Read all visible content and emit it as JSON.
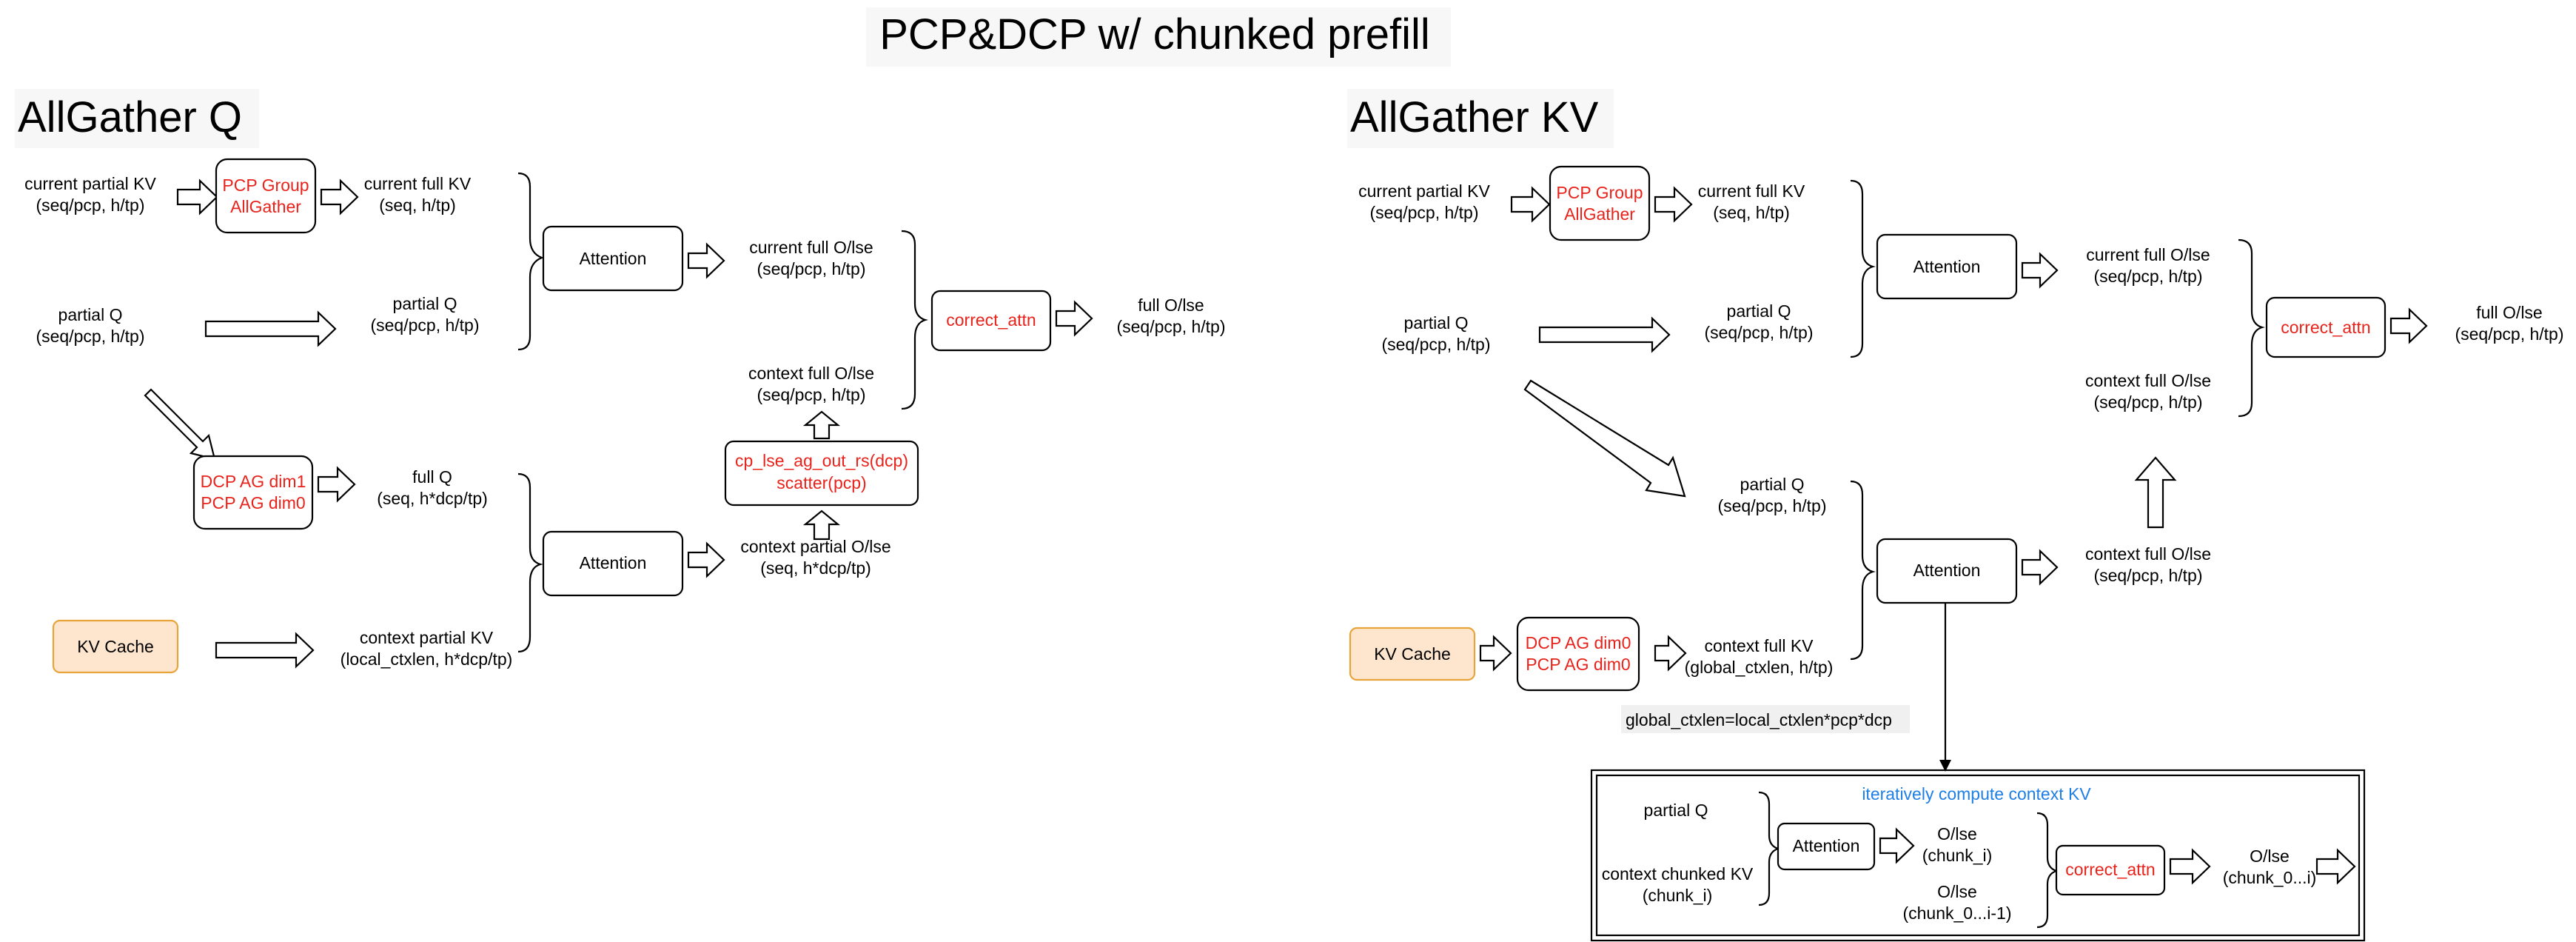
{
  "title": "PCP&DCP w/ chunked prefill",
  "left": {
    "heading": "AllGather Q",
    "current_partial_kv": [
      "current partial KV",
      "(seq/pcp, h/tp)"
    ],
    "pcp_group_allgather": [
      "PCP Group",
      "AllGather"
    ],
    "current_full_kv": [
      "current full KV",
      "(seq, h/tp)"
    ],
    "partial_q_in": [
      "partial Q",
      "(seq/pcp, h/tp)"
    ],
    "partial_q_mid": [
      "partial Q",
      "(seq/pcp, h/tp)"
    ],
    "attention_top": "Attention",
    "current_full_olse": [
      "current full O/lse",
      "(seq/pcp, h/tp)"
    ],
    "correct_attn": "correct_attn",
    "full_olse": [
      "full O/lse",
      "(seq/pcp, h/tp)"
    ],
    "context_full_olse": [
      "context full O/lse",
      "(seq/pcp, h/tp)"
    ],
    "cp_lse": [
      "cp_lse_ag_out_rs(dcp)",
      "scatter(pcp)"
    ],
    "dcp_ag": [
      "DCP AG dim1",
      "PCP AG dim0"
    ],
    "full_q": [
      "full Q",
      "(seq, h*dcp/tp)"
    ],
    "attention_bottom": "Attention",
    "context_partial_olse": [
      "context partial O/lse",
      "(seq, h*dcp/tp)"
    ],
    "kv_cache": "KV Cache",
    "context_partial_kv": [
      "context partial KV",
      "(local_ctxlen, h*dcp/tp)"
    ]
  },
  "right": {
    "heading": "AllGather KV",
    "current_partial_kv": [
      "current partial KV",
      "(seq/pcp, h/tp)"
    ],
    "pcp_group_allgather": [
      "PCP Group",
      "AllGather"
    ],
    "current_full_kv": [
      "current full KV",
      "(seq, h/tp)"
    ],
    "partial_q_in": [
      "partial Q",
      "(seq/pcp, h/tp)"
    ],
    "partial_q_mid": [
      "partial Q",
      "(seq/pcp, h/tp)"
    ],
    "attention_top": "Attention",
    "current_full_olse": [
      "current full O/lse",
      "(seq/pcp, h/tp)"
    ],
    "context_full_olse": [
      "context full O/lse",
      "(seq/pcp, h/tp)"
    ],
    "correct_attn": "correct_attn",
    "full_olse": [
      "full O/lse",
      "(seq/pcp, h/tp)"
    ],
    "partial_q_low": [
      "partial Q",
      "(seq/pcp, h/tp)"
    ],
    "attention_bottom": "Attention",
    "context_full_olse_low": [
      "context full O/lse",
      "(seq/pcp, h/tp)"
    ],
    "kv_cache": "KV Cache",
    "dcp_ag": [
      "DCP AG dim0",
      "PCP AG dim0"
    ],
    "context_full_kv": [
      "context full KV",
      "(global_ctxlen, h/tp)"
    ],
    "global_ctxlen_note": "global_ctxlen=local_ctxlen*pcp*dcp",
    "iter": {
      "heading": "iteratively compute context KV",
      "partial_q": "partial Q",
      "context_chunked_kv": [
        "context chunked KV",
        "(chunk_i)"
      ],
      "attention": "Attention",
      "olse_chunk_i": [
        "O/lse",
        "(chunk_i)"
      ],
      "olse_chunk_prev": [
        "O/lse",
        "(chunk_0...i-1)"
      ],
      "correct_attn": "correct_attn",
      "olse_out": [
        "O/lse",
        "(chunk_0...i)"
      ]
    }
  }
}
